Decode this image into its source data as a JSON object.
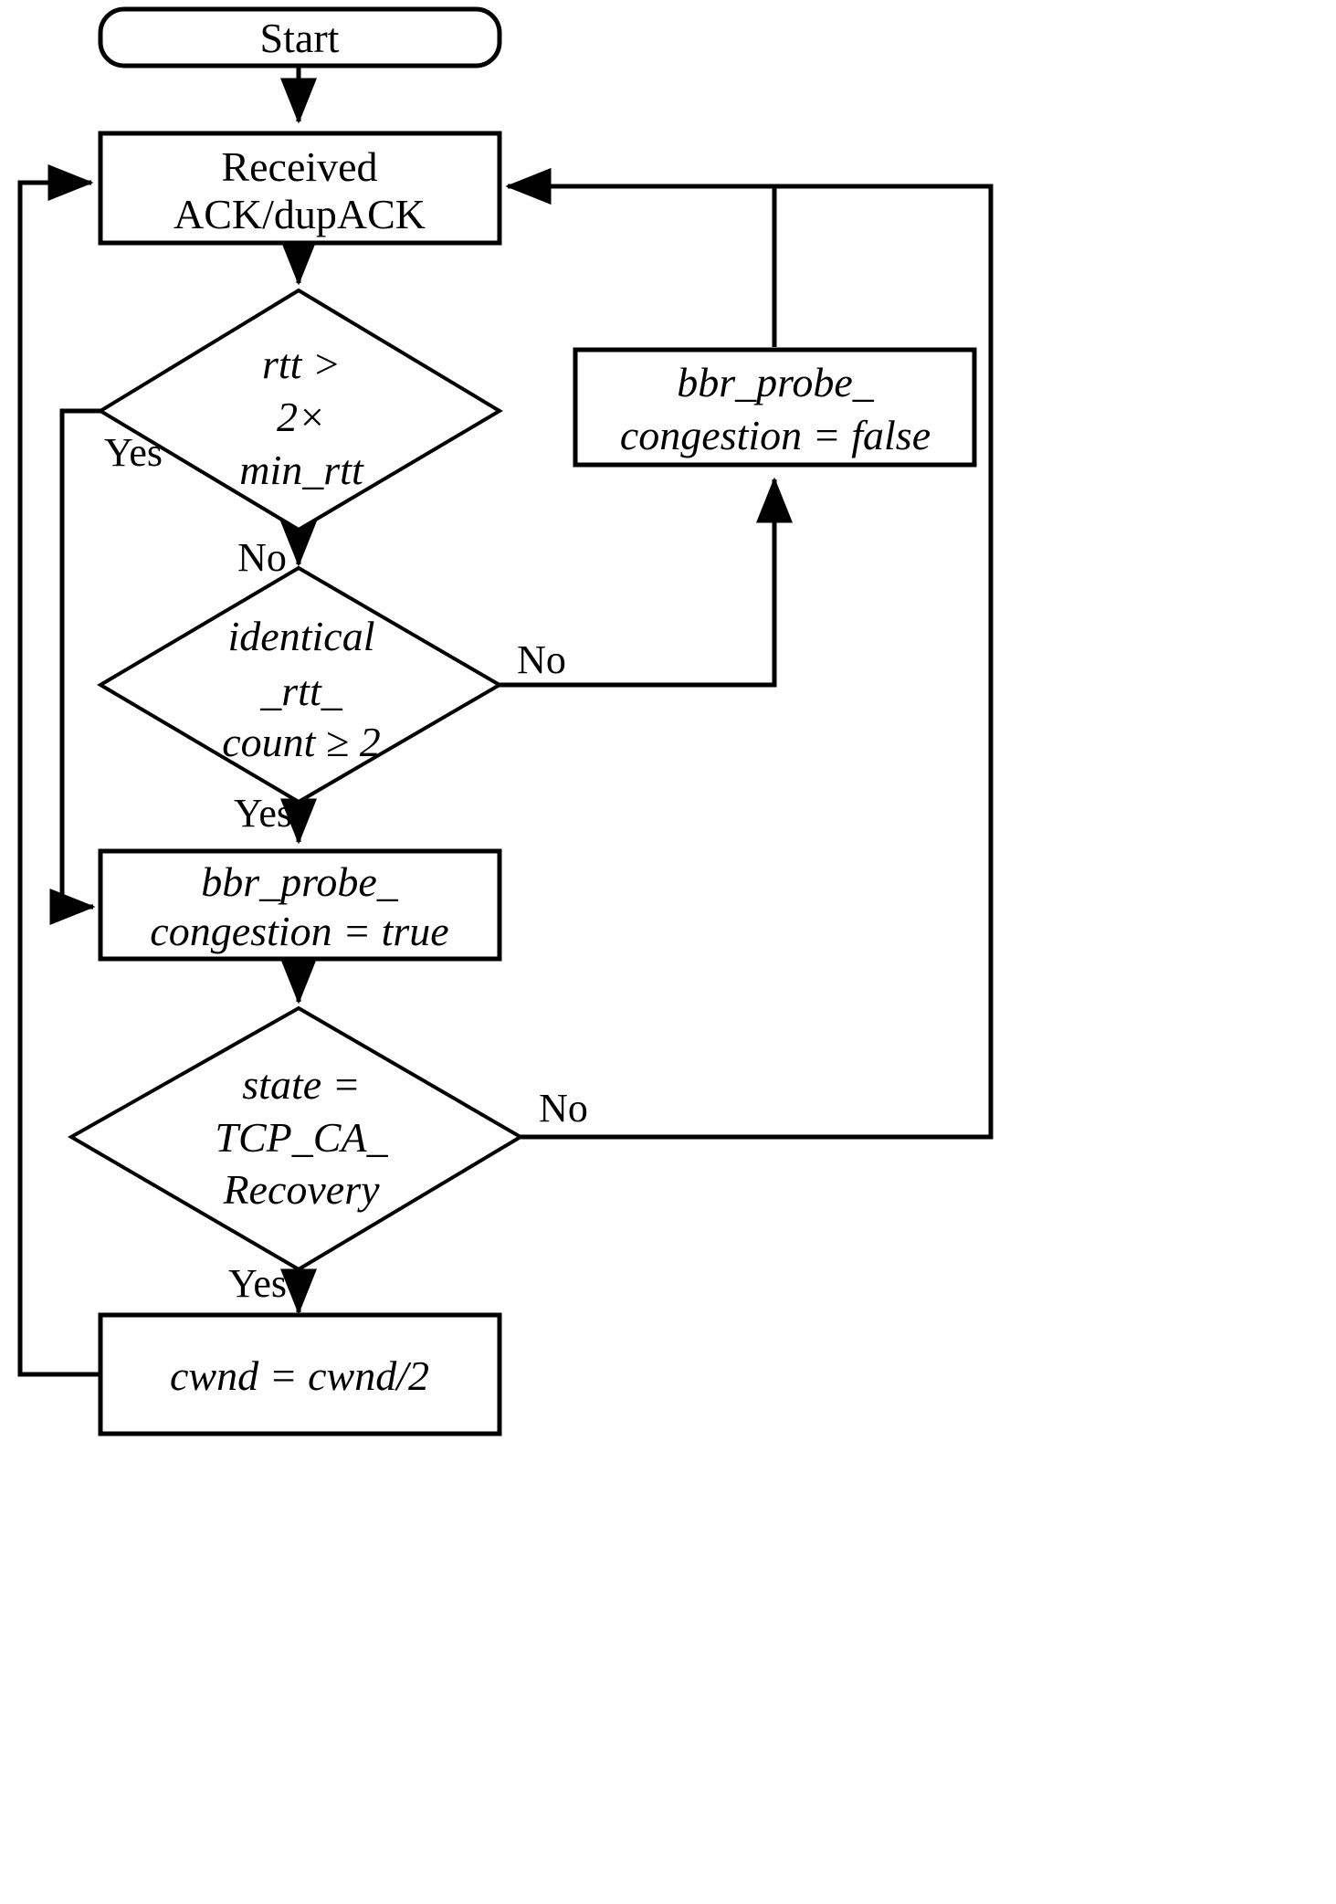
{
  "diagram": {
    "title": "BBR probe congestion ACK handling flowchart",
    "colors": {
      "stroke": "#000000",
      "fill": "#ffffff",
      "text": "#000000"
    },
    "nodes": {
      "start": {
        "type": "terminator",
        "label": "Start"
      },
      "received": {
        "type": "process",
        "line1": "Received",
        "line2": "ACK/dupACK"
      },
      "decision_rtt": {
        "type": "decision",
        "line1": "rtt >",
        "line2": "2×",
        "line3": "min_rtt"
      },
      "decision_identical": {
        "type": "decision",
        "line1": "identical",
        "line2": "_rtt_",
        "line3": "count ≥ 2"
      },
      "probe_false": {
        "type": "process",
        "line1": "bbr_probe_",
        "line2": "congestion = false"
      },
      "probe_true": {
        "type": "process",
        "line1": "bbr_probe_",
        "line2": "congestion = true"
      },
      "decision_state": {
        "type": "decision",
        "line1": "state =",
        "line2": "TCP_CA_",
        "line3": "Recovery"
      },
      "cwnd_half": {
        "type": "process",
        "line1": "cwnd = cwnd/2"
      }
    },
    "edge_labels": {
      "rtt_yes": "Yes",
      "rtt_no": "No",
      "identical_no": "No",
      "identical_yes": "Yes",
      "state_no": "No",
      "state_yes": "Yes"
    }
  }
}
